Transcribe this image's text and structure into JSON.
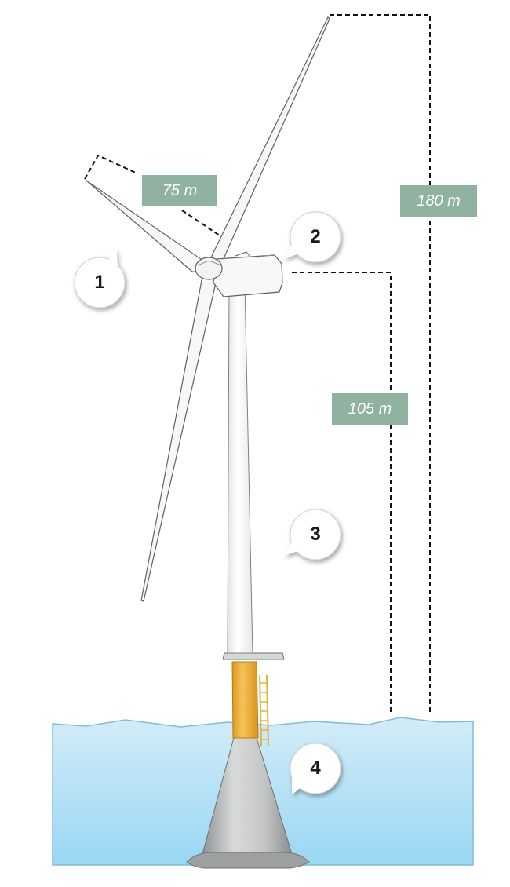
{
  "dimensions": {
    "blade_length": "75 m",
    "total_height": "180 m",
    "hub_height": "105 m"
  },
  "callouts": [
    "1",
    "2",
    "3",
    "4"
  ],
  "icons": {
    "turbine": "wind-turbine-icon",
    "sea": "water-icon",
    "foundation": "foundation-icon"
  },
  "colors": {
    "label_bg": "#8fb3a0",
    "transition_piece": "#f2b640",
    "foundation": "#c9cbcb",
    "water_top": "#cfe9f5",
    "water_bottom": "#9bd8f3"
  }
}
